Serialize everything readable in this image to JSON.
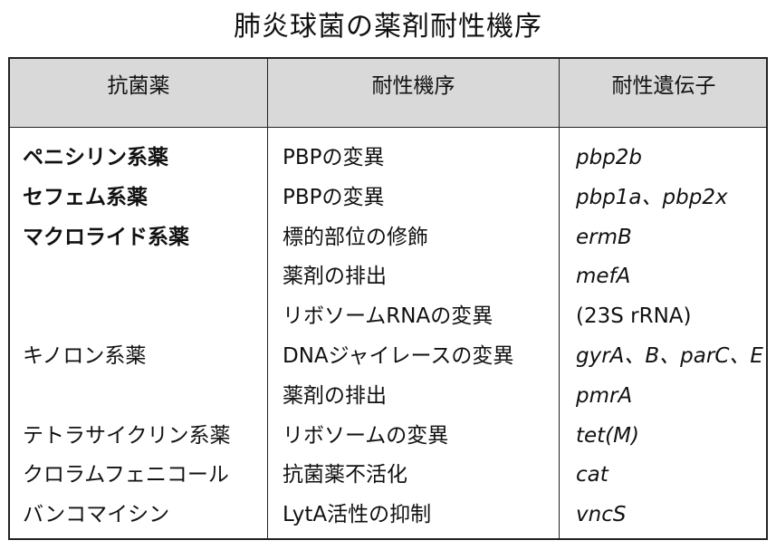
{
  "title": "肺炎球菌の薬剤耐性機序",
  "table": {
    "headers": [
      "抗菌薬",
      "耐性機序",
      "耐性遺伝子"
    ],
    "rows": [
      {
        "drug": "ペニシリン系薬",
        "drug_bold": true,
        "mechanism": "PBPの変異",
        "gene": "pbp2b",
        "gene_italic": true
      },
      {
        "drug": "セフェム系薬",
        "drug_bold": true,
        "mechanism": "PBPの変異",
        "gene": "pbp1a、pbp2x",
        "gene_italic": true
      },
      {
        "drug": "マクロライド系薬",
        "drug_bold": true,
        "mechanism": "標的部位の修飾",
        "gene": "ermB",
        "gene_italic": true
      },
      {
        "drug": "",
        "drug_bold": false,
        "mechanism": "薬剤の排出",
        "gene": "mefA",
        "gene_italic": true
      },
      {
        "drug": "",
        "drug_bold": false,
        "mechanism": "リボソームRNAの変異",
        "gene": " (23S rRNA)",
        "gene_italic": false
      },
      {
        "drug": "キノロン系薬",
        "drug_bold": false,
        "mechanism": "DNAジャイレースの変異",
        "gene": "gyrA、B、parC、E",
        "gene_italic": true
      },
      {
        "drug": "",
        "drug_bold": false,
        "mechanism": "薬剤の排出",
        "gene": "pmrA",
        "gene_italic": true
      },
      {
        "drug": "テトラサイクリン系薬",
        "drug_bold": false,
        "mechanism": "リボソームの変異",
        "gene": "tet(M)",
        "gene_italic": true
      },
      {
        "drug": "クロラムフェニコール",
        "drug_bold": false,
        "mechanism": "抗菌薬不活化",
        "gene": "cat",
        "gene_italic": true
      },
      {
        "drug": "バンコマイシン",
        "drug_bold": false,
        "mechanism": "LytA活性の抑制",
        "gene": "vncS",
        "gene_italic": true
      }
    ]
  }
}
